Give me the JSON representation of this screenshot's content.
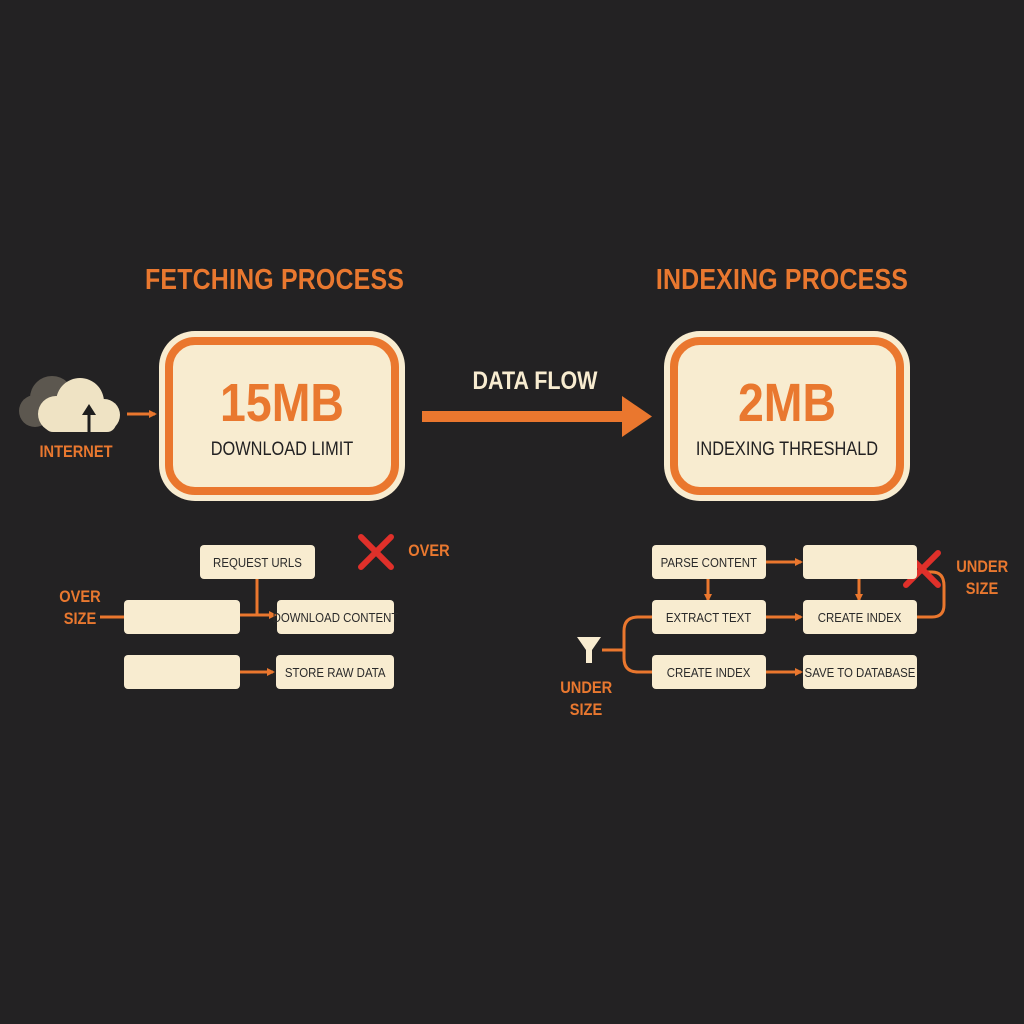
{
  "fetching": {
    "title": "FETCHING PROCESS",
    "value": "15MB",
    "caption": "DOWNLOAD LIMIT",
    "source_label": "INTERNET",
    "over_label": "OVER",
    "side_label": [
      "OVER",
      "SIZE"
    ],
    "steps": {
      "request_urls": "REQUEST URLS",
      "download_content": "DOWNLOAD CONTENT",
      "store_raw_data": "STORE RAW DATA"
    }
  },
  "flow": {
    "label": "DATA FLOW"
  },
  "indexing": {
    "title": "INDEXING PROCESS",
    "value": "2MB",
    "caption": "INDEXING THRESHALD",
    "under_label_right": [
      "UNDER",
      "SIZE"
    ],
    "under_label_left": [
      "UNDER",
      "SIZE"
    ],
    "steps": {
      "parse_content": "PARSE CONTENT",
      "extract_text": "EXTRACT TEXT",
      "create_index_a": "CREATE INDEX",
      "create_index_b": "CREATE INDEX",
      "save_to_database": "SAVE TO DATABASE"
    }
  },
  "colors": {
    "background": "#232223",
    "accent": "#ea772e",
    "cream": "#f8ecd0",
    "reject": "#e0302a"
  },
  "icons": [
    "cloud-upload-icon",
    "reject-x-icon",
    "funnel-icon"
  ]
}
